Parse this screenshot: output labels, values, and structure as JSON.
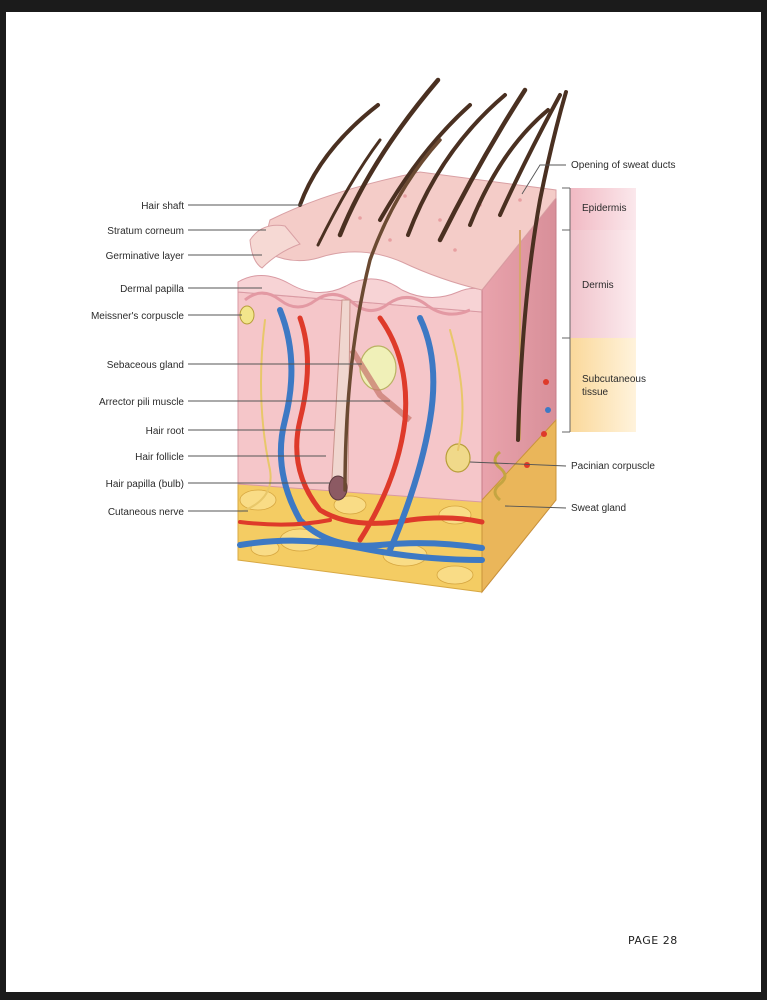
{
  "diagram": {
    "left_labels": [
      "Hair shaft",
      "Stratum corneum",
      "Germinative layer",
      "Dermal papilla",
      "Meissner's corpuscle",
      "Sebaceous gland",
      "Arrector pili muscle",
      "Hair root",
      "Hair follicle",
      "Hair papilla (bulb)",
      "Cutaneous nerve"
    ],
    "right_labels": [
      "Opening of sweat ducts",
      "Pacinian corpuscle",
      "Sweat gland"
    ],
    "layers": [
      {
        "name": "Epidermis",
        "lines": [
          "Epidermis"
        ],
        "color": "#f3c9d0"
      },
      {
        "name": "Dermis",
        "lines": [
          "Dermis"
        ],
        "color": "#f1cbd2"
      },
      {
        "name": "Subcutaneous tissue",
        "lines": [
          "Subcutaneous",
          "tissue"
        ],
        "color": "#fbe3b6"
      }
    ],
    "colors": {
      "epidermis": "#f6c4c7",
      "dermis": "#f2b6bc",
      "fat": "#f4cc63",
      "artery": "#de3a2a",
      "vein": "#3d79c4",
      "hair": "#4a3021",
      "nerve": "#e8c76a"
    }
  },
  "footer": {
    "page_label": "PAGE 28"
  }
}
